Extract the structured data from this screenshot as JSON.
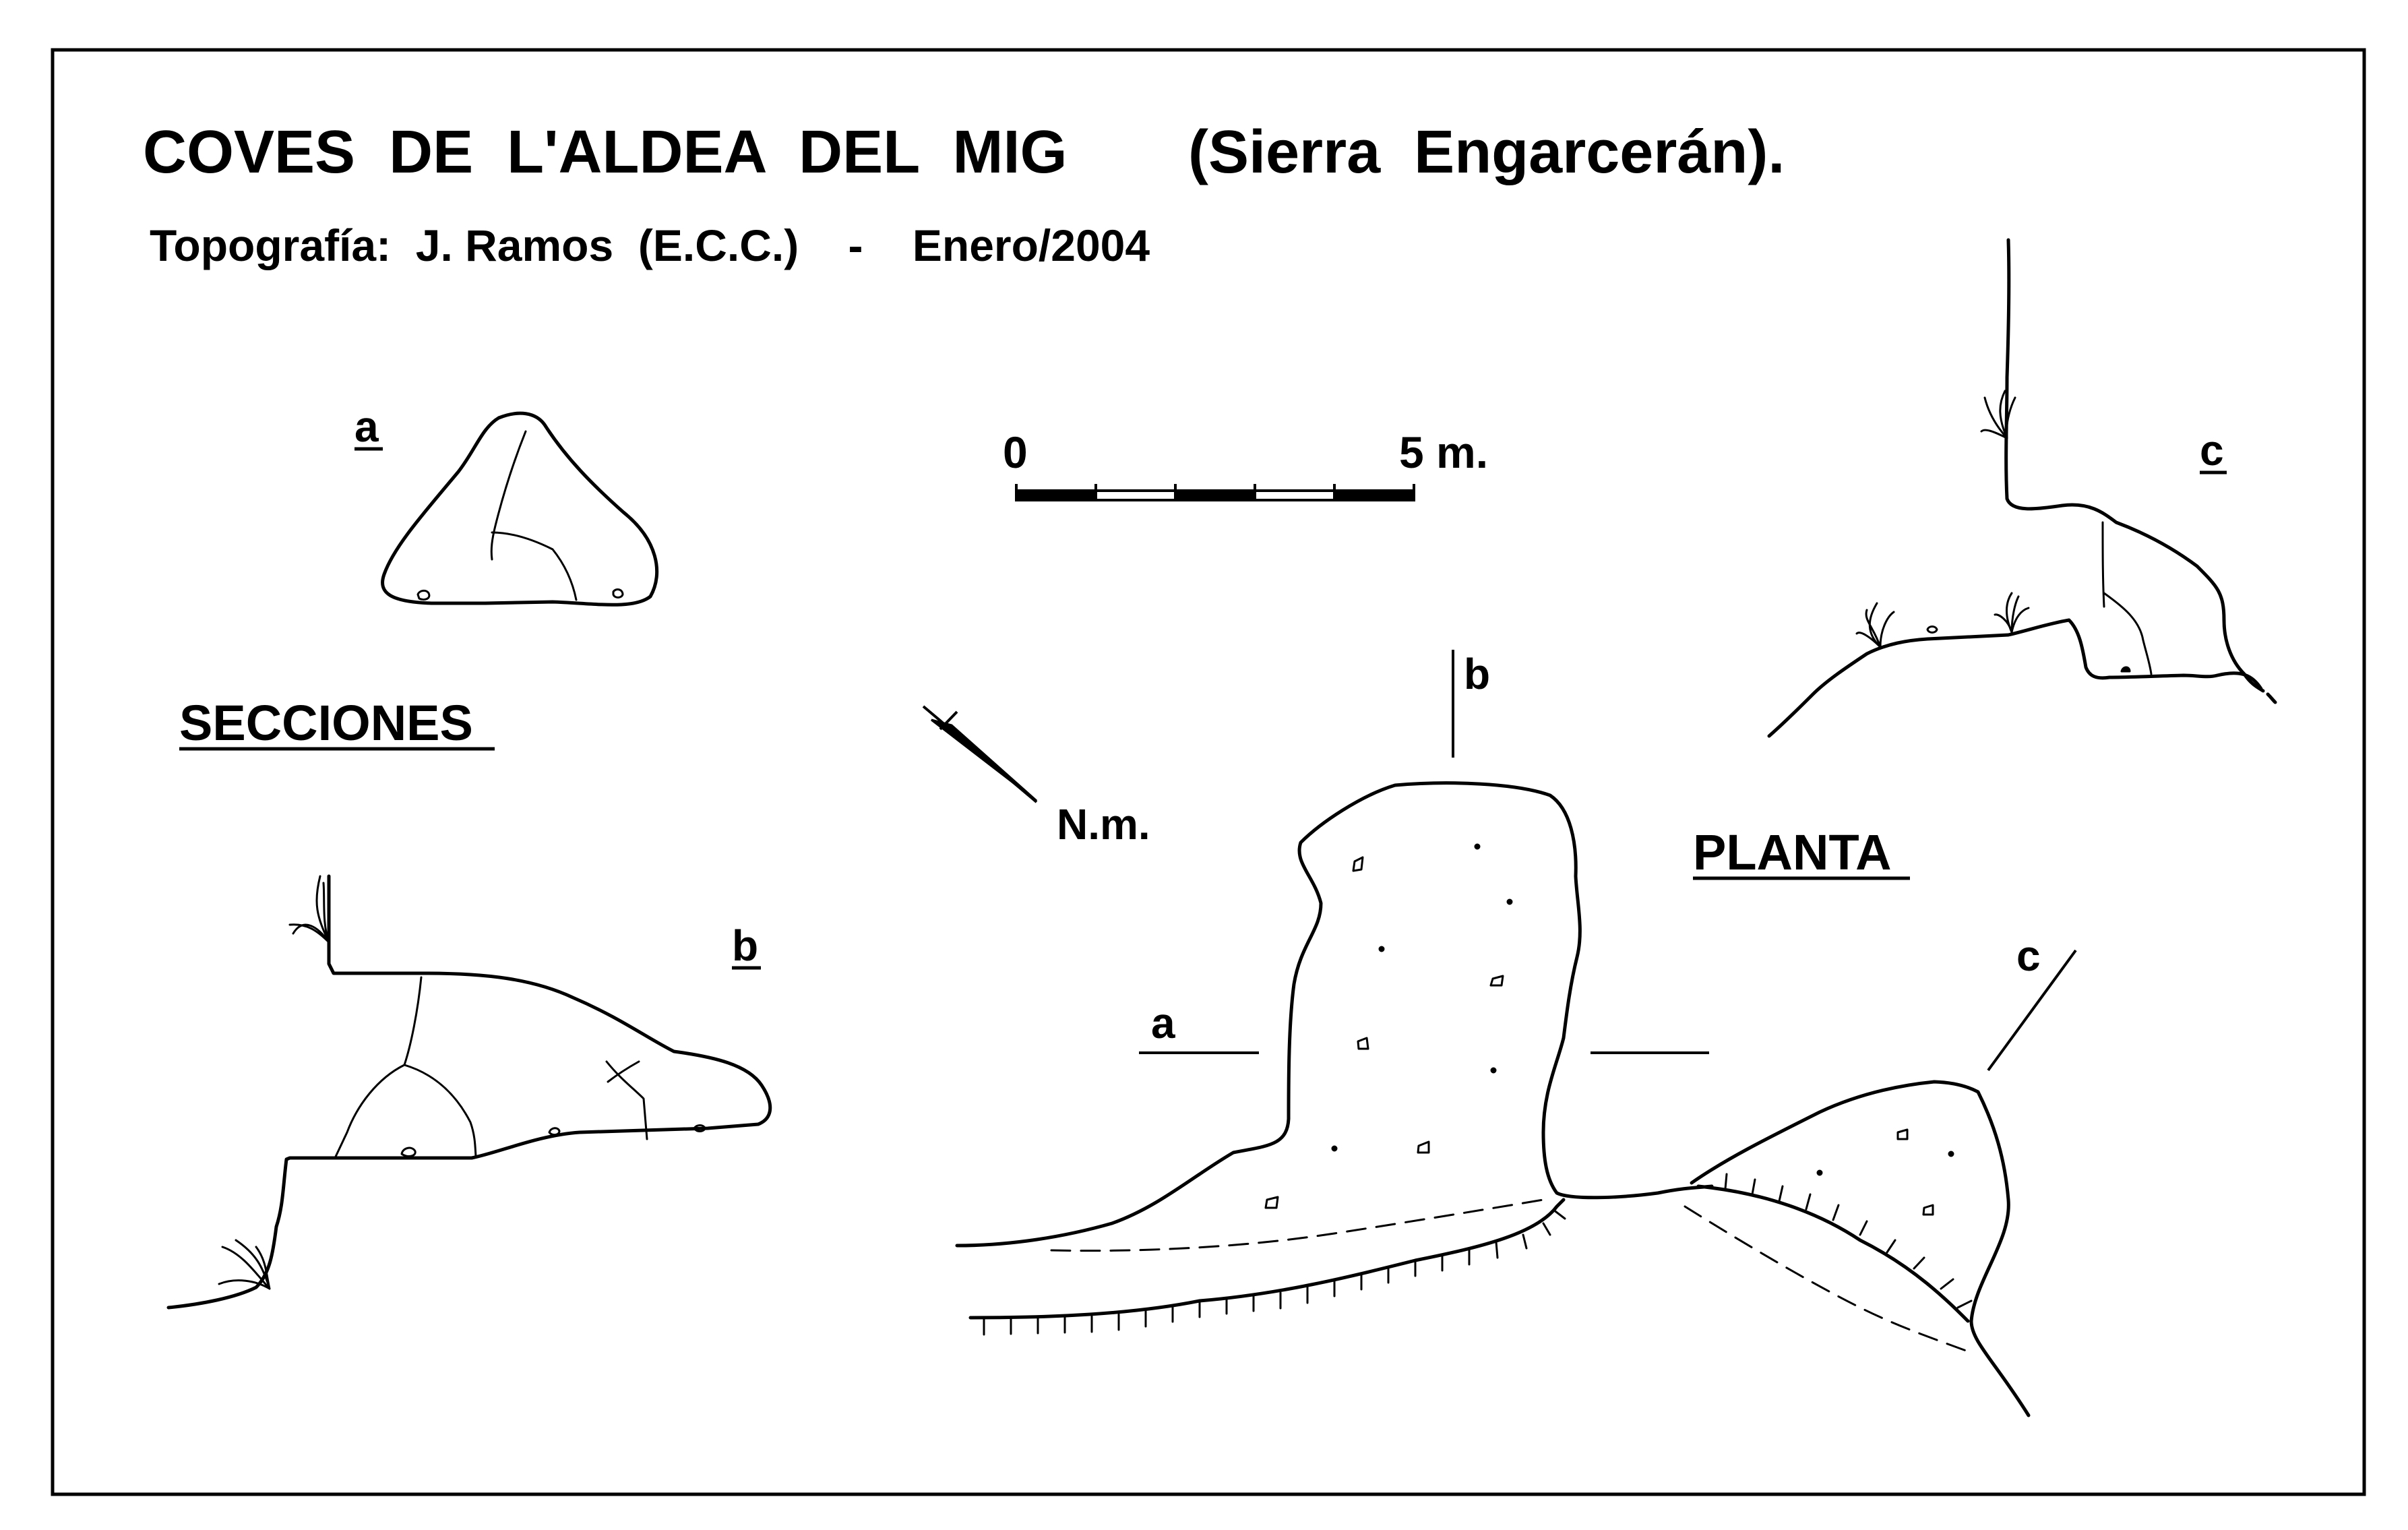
{
  "header": {
    "title": "COVES  DE  L'ALDEA  DEL  MIG",
    "title_paren": "(Sierra  Engarcerán).",
    "credits": "Topografía:  J. Ramos  (E.C.C.)    -    Enero/2004"
  },
  "sections": {
    "heading": "SECCIONES",
    "label_a": "a",
    "label_b": "b",
    "label_c": "c"
  },
  "plan": {
    "heading": "PLANTA",
    "cut_a": "a",
    "cut_b": "b",
    "cut_c": "c"
  },
  "scale": {
    "start": "0",
    "end": "5 m."
  },
  "north": {
    "label": "N.m."
  },
  "colors": {
    "ink": "#000000",
    "paper": "#ffffff"
  }
}
